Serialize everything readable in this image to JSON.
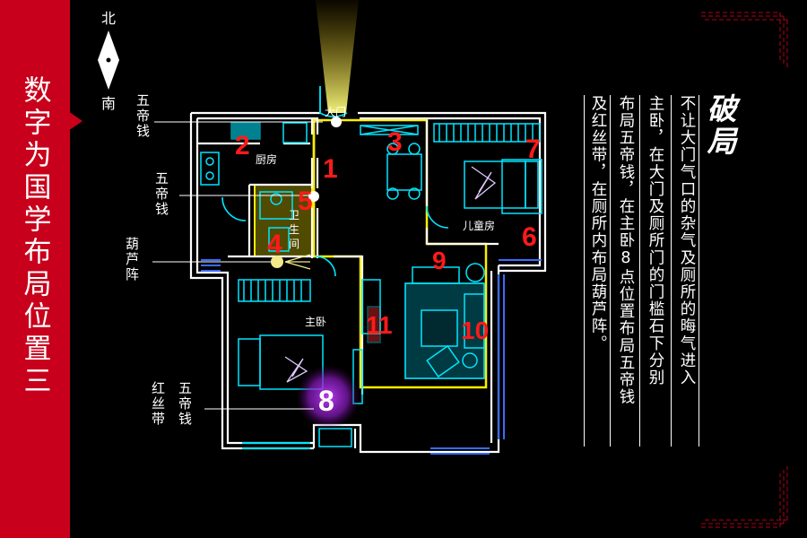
{
  "sidebar": {
    "title": "数字为国学布局位置三",
    "color": "#c8001c"
  },
  "compass": {
    "north_label": "北",
    "south_label": "南"
  },
  "rooms": {
    "main_door": "大门",
    "kitchen": "厨房",
    "bathroom": "卫生间",
    "children_room": "儿童房",
    "master_bedroom": "主卧"
  },
  "markers": [
    "1",
    "2",
    "3",
    "4",
    "5",
    "6",
    "7",
    "8",
    "9",
    "10",
    "11"
  ],
  "annotations": [
    {
      "id": "wudi-1",
      "lines": [
        "五帝钱"
      ]
    },
    {
      "id": "wudi-2",
      "lines": [
        "五帝钱"
      ]
    },
    {
      "id": "hulu",
      "lines": [
        "葫芦阵"
      ]
    },
    {
      "id": "hongsi",
      "lines": [
        "红丝带",
        "五帝钱"
      ]
    }
  ],
  "explanation": {
    "heading": "破局",
    "columns": [
      "不让大门气口的杂气及厕所的晦气进入",
      "主卧，在大门及厕所门的门槛石下分别",
      "布局五帝钱，在主卧8点位置布局五帝钱",
      "及红丝带，在厕所内布局葫芦阵。"
    ]
  },
  "colors": {
    "wall": "#ffffff",
    "furniture": "#00e5ff",
    "zone": "#ffee00",
    "marker": "#ff1a1a",
    "highlight": "#b42bd8",
    "light_beam": "#f2e85a"
  }
}
